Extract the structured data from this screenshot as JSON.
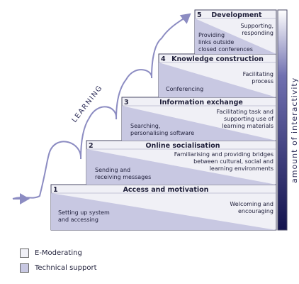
{
  "diagram": {
    "learning_label": "LEARNING",
    "axis_label": "amount of interactivity",
    "colors": {
      "e_moderating": "#f0f0f6",
      "technical_support": "#c8c8e2",
      "frame": "#4a4a66"
    },
    "steps": [
      {
        "number": "1",
        "title": "Access and motivation",
        "emoderating_lines": [
          "Welcoming and",
          "encouraging"
        ],
        "technical_lines": [
          "Setting up system",
          "and accessing"
        ]
      },
      {
        "number": "2",
        "title": "Online socialisation",
        "emoderating_lines": [
          "Familiarising and providing bridges",
          "between cultural, social and",
          "learning environments"
        ],
        "technical_lines": [
          "Sending and",
          "receiving messages"
        ]
      },
      {
        "number": "3",
        "title": "Information exchange",
        "emoderating_lines": [
          "Facilitating task and",
          "supporting use of",
          "learning materials"
        ],
        "technical_lines": [
          "Searching,",
          "personalising software"
        ]
      },
      {
        "number": "4",
        "title": "Knowledge construction",
        "emoderating_lines": [
          "Facilitating",
          "process"
        ],
        "technical_lines": [
          "Conferencing"
        ]
      },
      {
        "number": "5",
        "title": "Development",
        "emoderating_lines": [
          "Supporting,",
          "responding"
        ],
        "technical_lines": [
          "Providing",
          "links outside",
          "closed conferences"
        ]
      }
    ]
  },
  "legend": {
    "items": [
      {
        "label": "E-Moderating"
      },
      {
        "label": "Technical support"
      }
    ]
  }
}
